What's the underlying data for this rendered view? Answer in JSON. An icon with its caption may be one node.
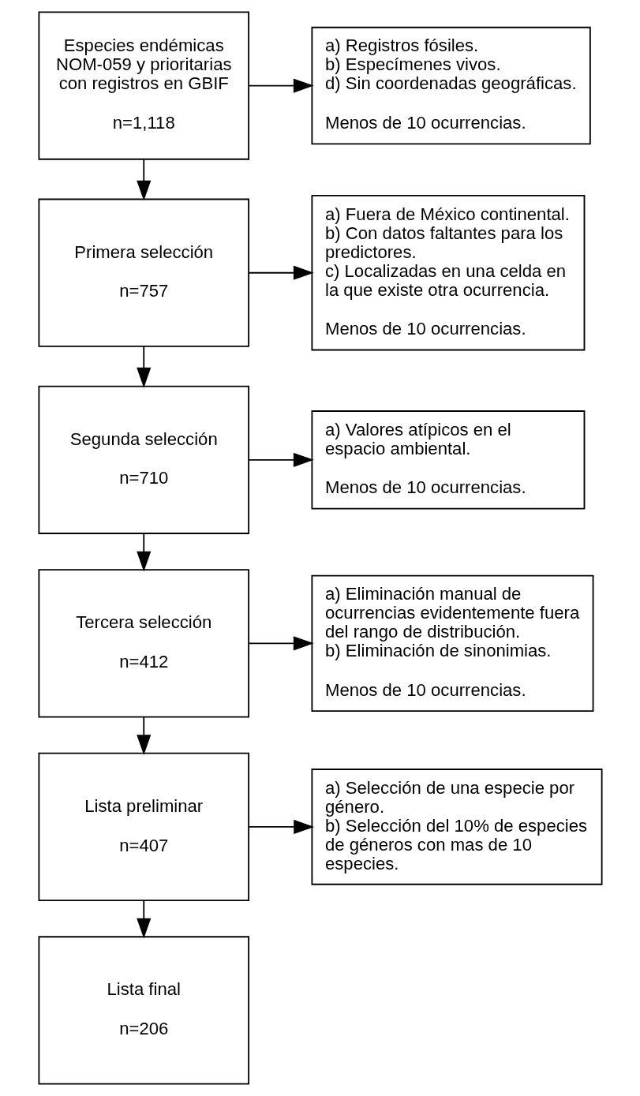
{
  "diagram": {
    "nodes": [
      {
        "text": [
          "Especies endémicas NOM-059 y prioritarias con registros en GBIF",
          "n=1,118"
        ]
      },
      {
        "text": [
          "a) Registros fósiles.",
          "b) Especímenes vivos.",
          "d) Sin coordenadas geográficas.",
          "Menos de 10 ocurrencias."
        ]
      },
      {
        "text": [
          "Primera selección",
          "n=757"
        ]
      },
      {
        "text": [
          "a) Fuera de México continental.",
          "b) Con datos faltantes para los predictores.",
          "c) Localizadas en una celda en la que existe otra ocurrencia.",
          "Menos de 10 ocurrencias."
        ]
      },
      {
        "text": [
          "Segunda selección",
          "n=710"
        ]
      },
      {
        "text": [
          "a) Valores atípicos en el espacio ambiental.",
          "Menos de 10 ocurrencias."
        ]
      },
      {
        "text": [
          "Tercera selección",
          "n=412"
        ]
      },
      {
        "text": [
          "a) Eliminación manual de ocurrencias evidentemente fuera del rango de distribución.",
          "b) Eliminación de sinonimias.",
          "Menos de 10 ocurrencias."
        ]
      },
      {
        "text": [
          "Lista preliminar",
          "n=407"
        ]
      },
      {
        "text": [
          "a) Selección de una especie por género.",
          "b) Selección del 10% de especies de géneros con mas de 10 especies."
        ]
      },
      {
        "text": [
          "Lista final",
          "n=206"
        ]
      }
    ],
    "edges": [
      {
        "from": 0,
        "to": 2,
        "arrow": "to"
      },
      {
        "from": 0,
        "to": 1,
        "arrow": "to"
      },
      {
        "from": 2,
        "to": 4,
        "arrow": "to"
      },
      {
        "from": 2,
        "to": 3,
        "arrow": "to"
      },
      {
        "from": 4,
        "to": 6,
        "arrow": "to"
      },
      {
        "from": 4,
        "to": 5,
        "arrow": "to"
      },
      {
        "from": 6,
        "to": 8,
        "arrow": "to"
      },
      {
        "from": 6,
        "to": 7,
        "arrow": "to"
      },
      {
        "from": 8,
        "to": 10,
        "arrow": "to"
      },
      {
        "from": 8,
        "to": 9,
        "arrow": "to"
      }
    ]
  }
}
